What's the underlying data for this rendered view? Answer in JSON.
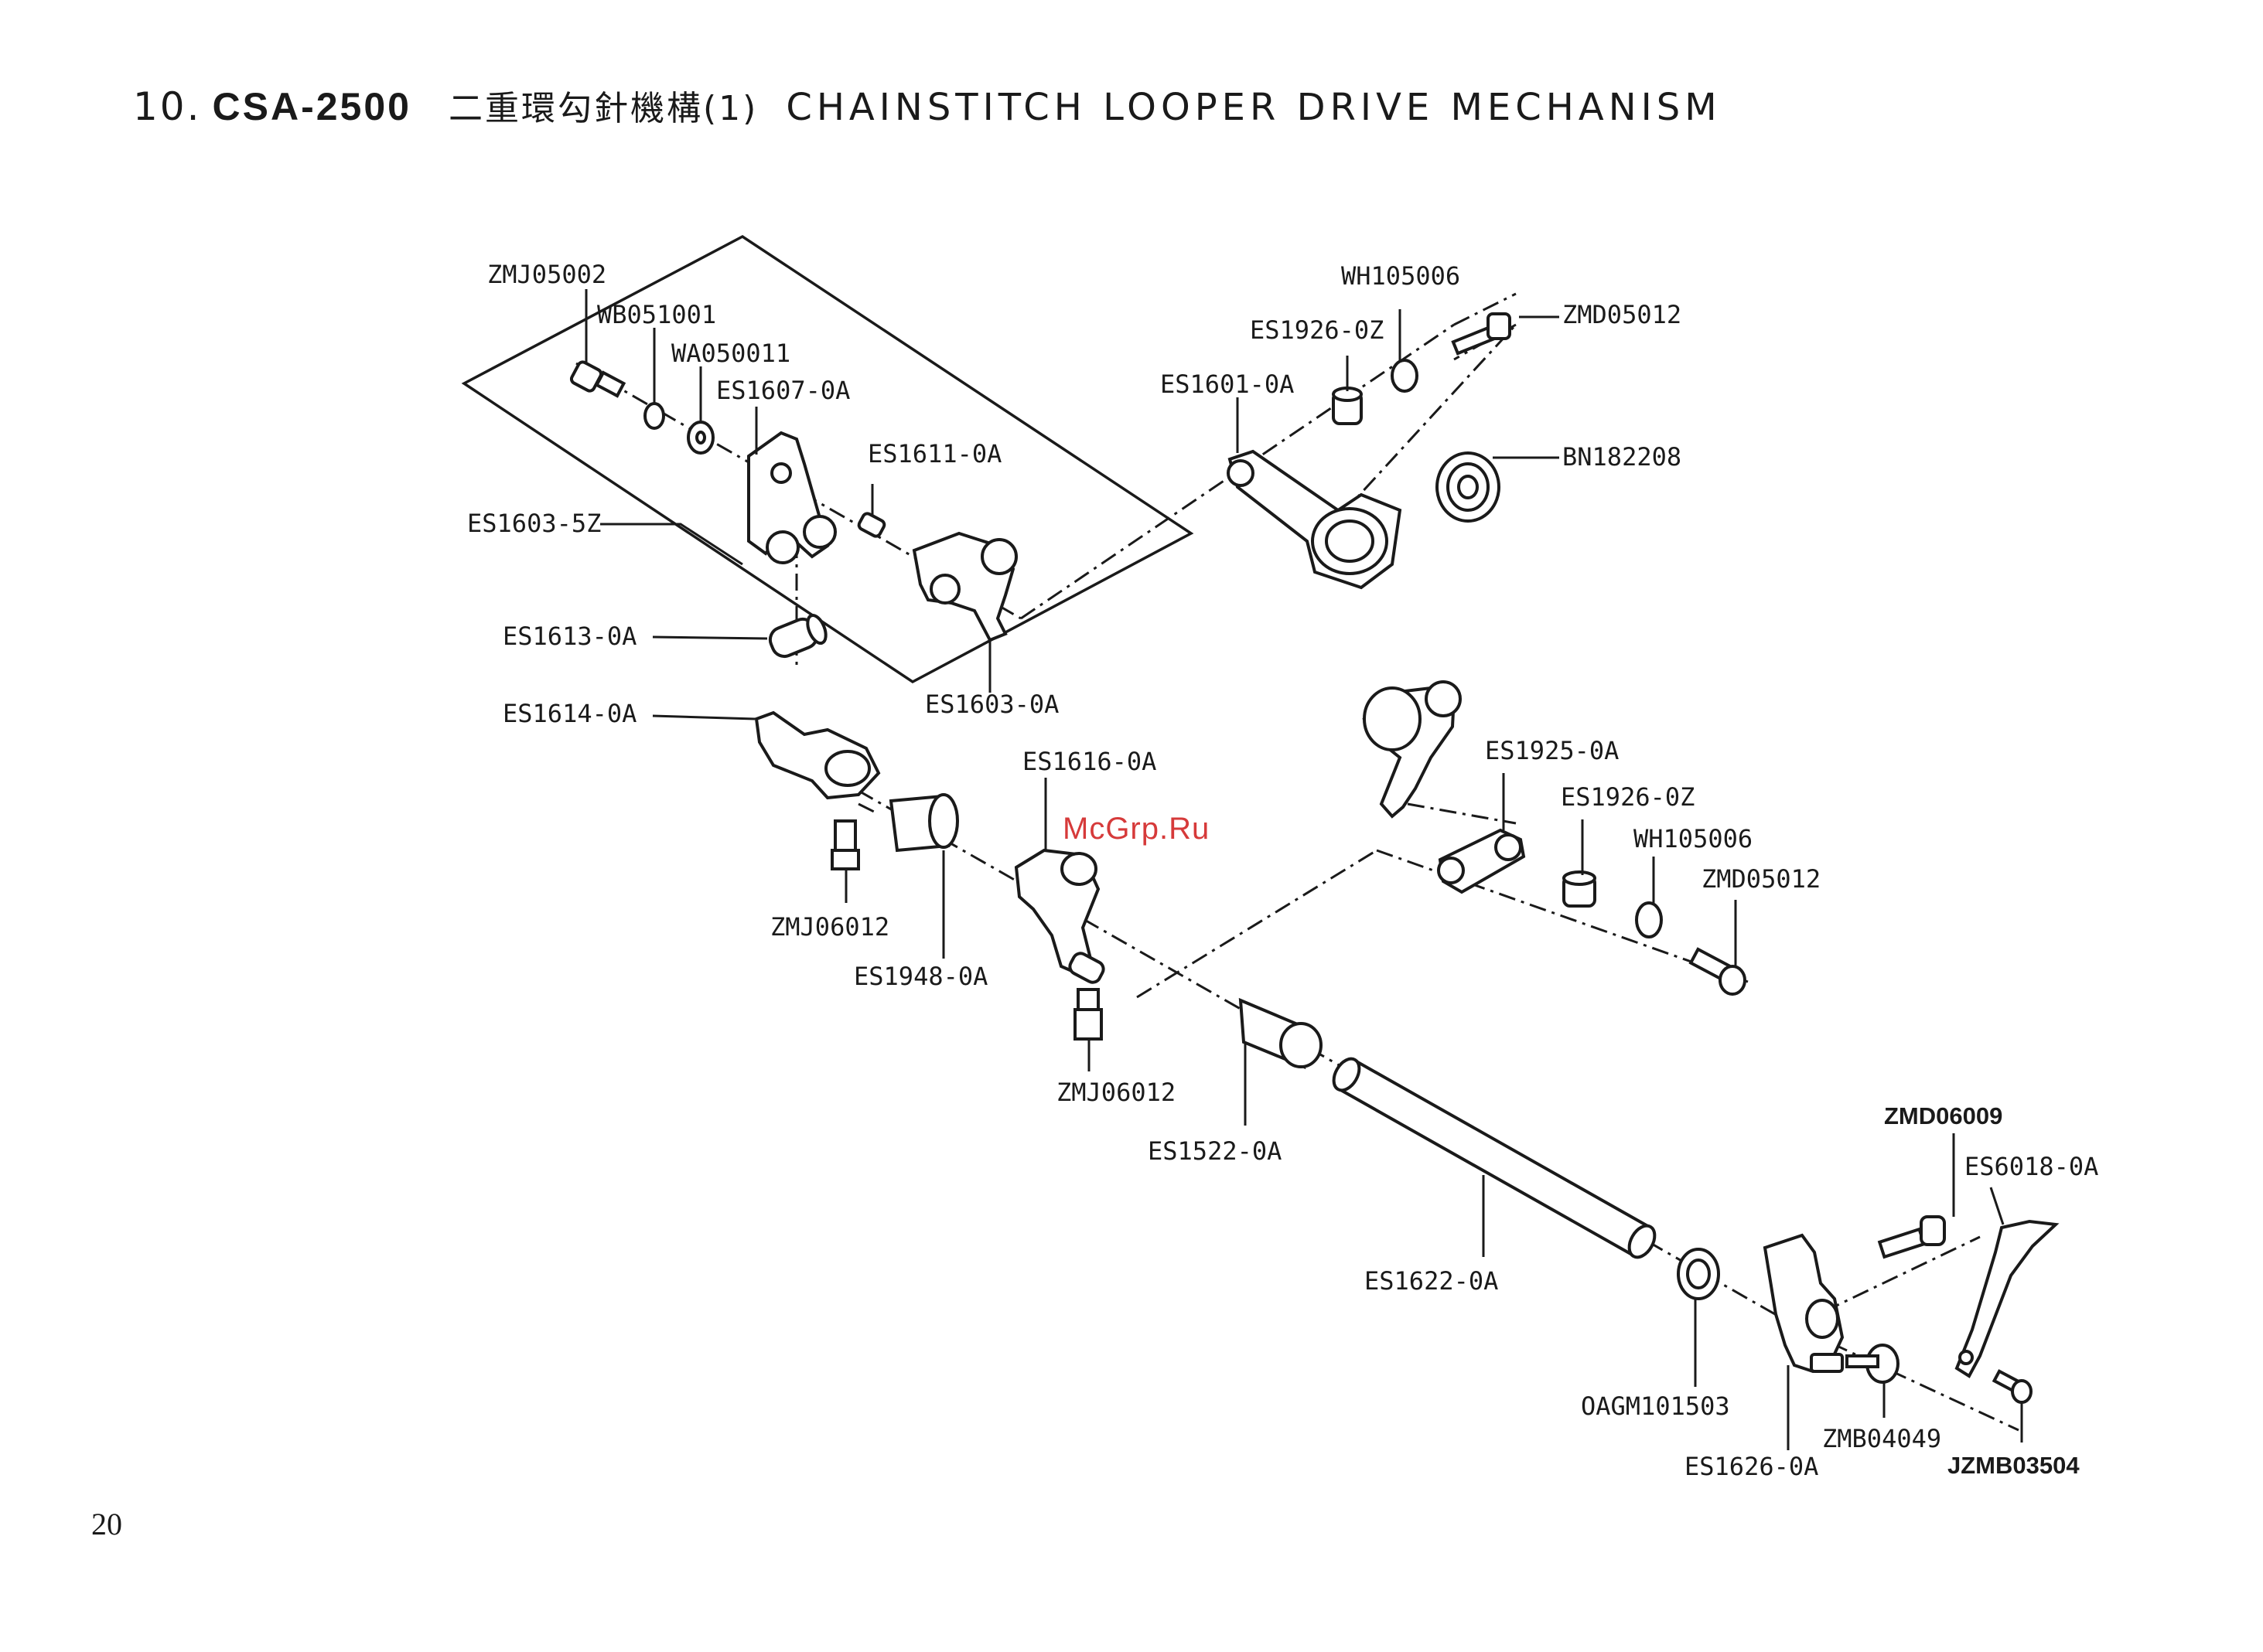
{
  "header": {
    "section": "10.",
    "model": "CSA-2500",
    "title_zh": "二重環勾針機構(1)",
    "title_en": "CHAINSTITCH LOOPER DRIVE MECHANISM"
  },
  "page_number": "20",
  "watermark": "McGrp.Ru",
  "parts": [
    {
      "code": "ZMJ05002"
    },
    {
      "code": "WB051001"
    },
    {
      "code": "WA050011"
    },
    {
      "code": "ES1607-0A"
    },
    {
      "code": "ES1611-0A"
    },
    {
      "code": "ES1603-5Z"
    },
    {
      "code": "ES1613-0A"
    },
    {
      "code": "ES1603-0A"
    },
    {
      "code": "ES1614-0A"
    },
    {
      "code": "ZMJ06012"
    },
    {
      "code": "ES1948-0A"
    },
    {
      "code": "ES1616-0A"
    },
    {
      "code": "ZMJ06012"
    },
    {
      "code": "ES1522-0A"
    },
    {
      "code": "WH105006"
    },
    {
      "code": "ZMD05012"
    },
    {
      "code": "ES1926-0Z"
    },
    {
      "code": "ES1601-0A"
    },
    {
      "code": "BN182208"
    },
    {
      "code": "ES1925-0A"
    },
    {
      "code": "ES1926-0Z"
    },
    {
      "code": "WH105006"
    },
    {
      "code": "ZMD05012"
    },
    {
      "code": "ES1622-0A"
    },
    {
      "code": "ZMD06009",
      "bold": true
    },
    {
      "code": "ES6018-0A"
    },
    {
      "code": "OAGM101503"
    },
    {
      "code": "ES1626-0A"
    },
    {
      "code": "ZMB04049"
    },
    {
      "code": "JZMB03504",
      "bold": true
    }
  ]
}
